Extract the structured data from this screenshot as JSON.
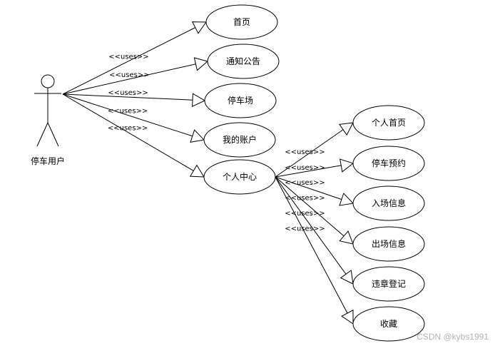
{
  "actor": {
    "label": "停车用户"
  },
  "relation_label": "<<uses>>",
  "use_cases": [
    {
      "id": "home",
      "label": "首页"
    },
    {
      "id": "notice",
      "label": "通知公告"
    },
    {
      "id": "parking",
      "label": "停车场"
    },
    {
      "id": "account",
      "label": "我的账户"
    },
    {
      "id": "center",
      "label": "个人中心"
    },
    {
      "id": "my-home",
      "label": "个人首页"
    },
    {
      "id": "reserve",
      "label": "停车预约"
    },
    {
      "id": "entry",
      "label": "入场信息"
    },
    {
      "id": "exit",
      "label": "出场信息"
    },
    {
      "id": "violation",
      "label": "违章登记"
    },
    {
      "id": "favorites",
      "label": "收藏"
    }
  ],
  "relations": [
    {
      "from": "actor",
      "to": "home"
    },
    {
      "from": "actor",
      "to": "notice"
    },
    {
      "from": "actor",
      "to": "parking"
    },
    {
      "from": "actor",
      "to": "account"
    },
    {
      "from": "actor",
      "to": "center"
    },
    {
      "from": "center",
      "to": "my-home"
    },
    {
      "from": "center",
      "to": "reserve"
    },
    {
      "from": "center",
      "to": "entry"
    },
    {
      "from": "center",
      "to": "exit"
    },
    {
      "from": "center",
      "to": "violation"
    },
    {
      "from": "center",
      "to": "favorites"
    }
  ],
  "watermark": "CSDN @kybs1991"
}
